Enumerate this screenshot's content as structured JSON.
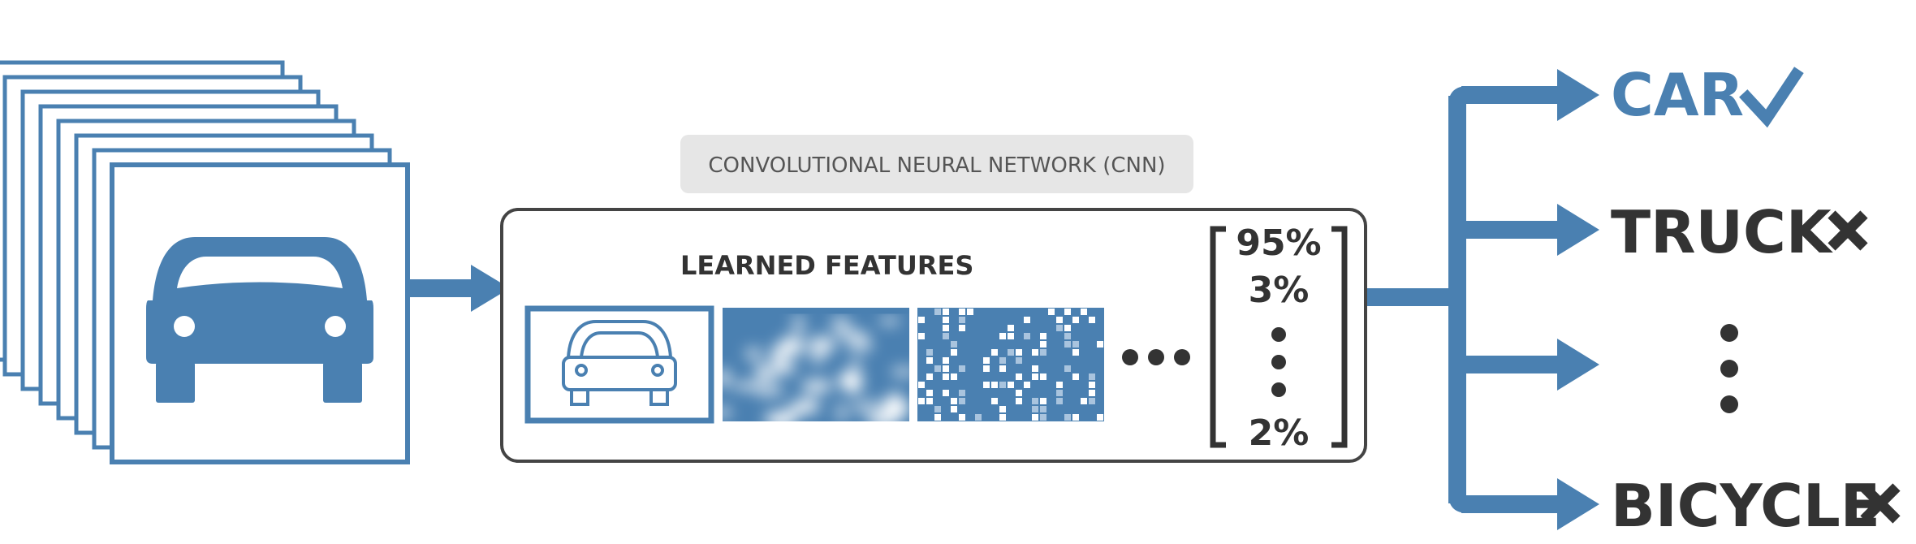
{
  "network": {
    "title": "CONVOLUTIONAL NEURAL NETWORK (CNN)",
    "features_label": "LEARNED FEATURES"
  },
  "probabilities": [
    "95%",
    "3%",
    "2%"
  ],
  "outputs": [
    {
      "label": "CAR",
      "mark": "check"
    },
    {
      "label": "TRUCK",
      "mark": "cross"
    },
    {
      "label": "",
      "mark": "none"
    },
    {
      "label": "BICYCLE",
      "mark": "cross"
    }
  ],
  "colors": {
    "blue": "#4a80b1",
    "dark": "#333333",
    "frame": "#444444",
    "title_bg": "#e6e6e6"
  },
  "icons": {
    "input": "car-icon",
    "feature_1": "car-outline-icon",
    "correct": "check-icon",
    "wrong": "cross-icon"
  }
}
